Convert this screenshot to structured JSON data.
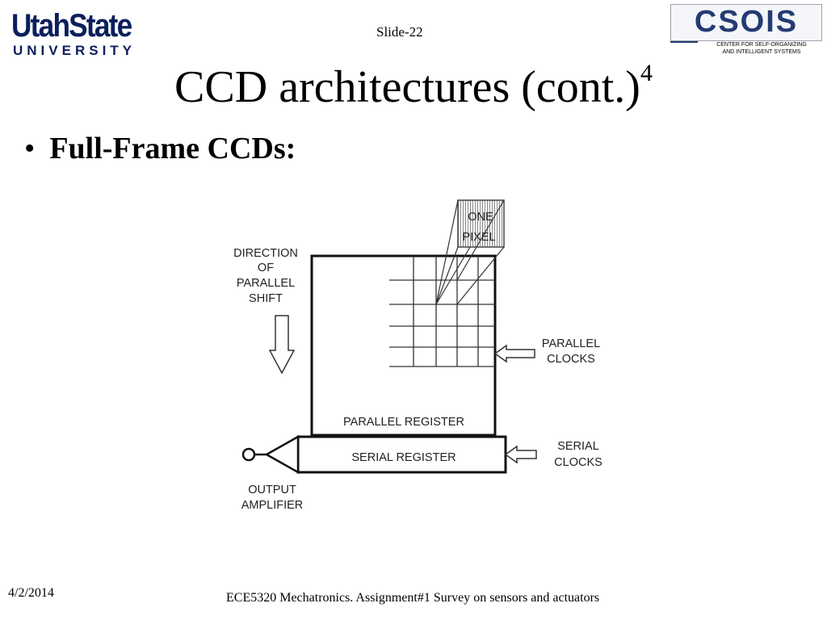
{
  "header": {
    "logo_left_top": "UtahState",
    "logo_left_bottom": "UNIVERSITY",
    "slide_number": "Slide-22",
    "logo_right_word": "CSOIS",
    "logo_right_sub_1": "CENTER FOR SELF-ORGANIZING",
    "logo_right_sub_2": "AND INTELLIGENT SYSTEMS"
  },
  "title": {
    "text": "CCD architectures (cont.)",
    "superscript": "4"
  },
  "bullet": {
    "symbol": "•",
    "text": "Full-Frame CCDs:"
  },
  "diagram": {
    "one": "ONE",
    "pixel": "PIXEL",
    "direction_1": "DIRECTION",
    "direction_2": "OF",
    "direction_3": "PARALLEL",
    "direction_4": "SHIFT",
    "parallel_clocks_1": "PARALLEL",
    "parallel_clocks_2": "CLOCKS",
    "parallel_register": "PARALLEL REGISTER",
    "serial_register": "SERIAL REGISTER",
    "serial_clocks_1": "SERIAL",
    "serial_clocks_2": "CLOCKS",
    "output_1": "OUTPUT",
    "output_2": "AMPLIFIER"
  },
  "footer": {
    "date": "4/2/2014",
    "course": "ECE5320 Mechatronics. Assignment#1 Survey on sensors and actuators"
  }
}
